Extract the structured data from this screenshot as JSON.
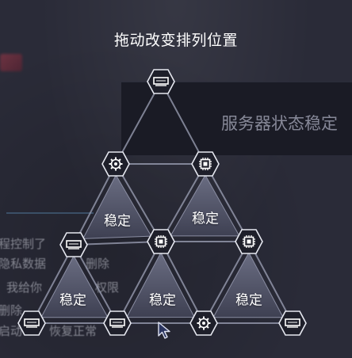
{
  "title": "拖动改变排列位置",
  "status_panel": {
    "text": "服务器状态稳定"
  },
  "triangles": [
    {
      "label": "稳定"
    },
    {
      "label": "稳定"
    },
    {
      "label": "稳定"
    },
    {
      "label": "稳定"
    },
    {
      "label": "稳定"
    }
  ],
  "nodes": [
    {
      "icon": "server-icon"
    },
    {
      "icon": "gear-icon"
    },
    {
      "icon": "chip-icon"
    },
    {
      "icon": "server-icon"
    },
    {
      "icon": "chip-icon"
    },
    {
      "icon": "chip-icon"
    },
    {
      "icon": "server-icon"
    },
    {
      "icon": "server-icon"
    },
    {
      "icon": "gear-icon"
    },
    {
      "icon": "server-icon"
    }
  ],
  "background_lines": [
    "程控制了",
    "隐私数据",
    "删除",
    "我给你",
    "权限",
    "删除",
    "启动",
    "恢复正常"
  ],
  "colors": {
    "background": "#2a2b38",
    "tile": "#4a4d60",
    "node_fill": "#1e1f2a",
    "edge": "#9fa3b8"
  }
}
